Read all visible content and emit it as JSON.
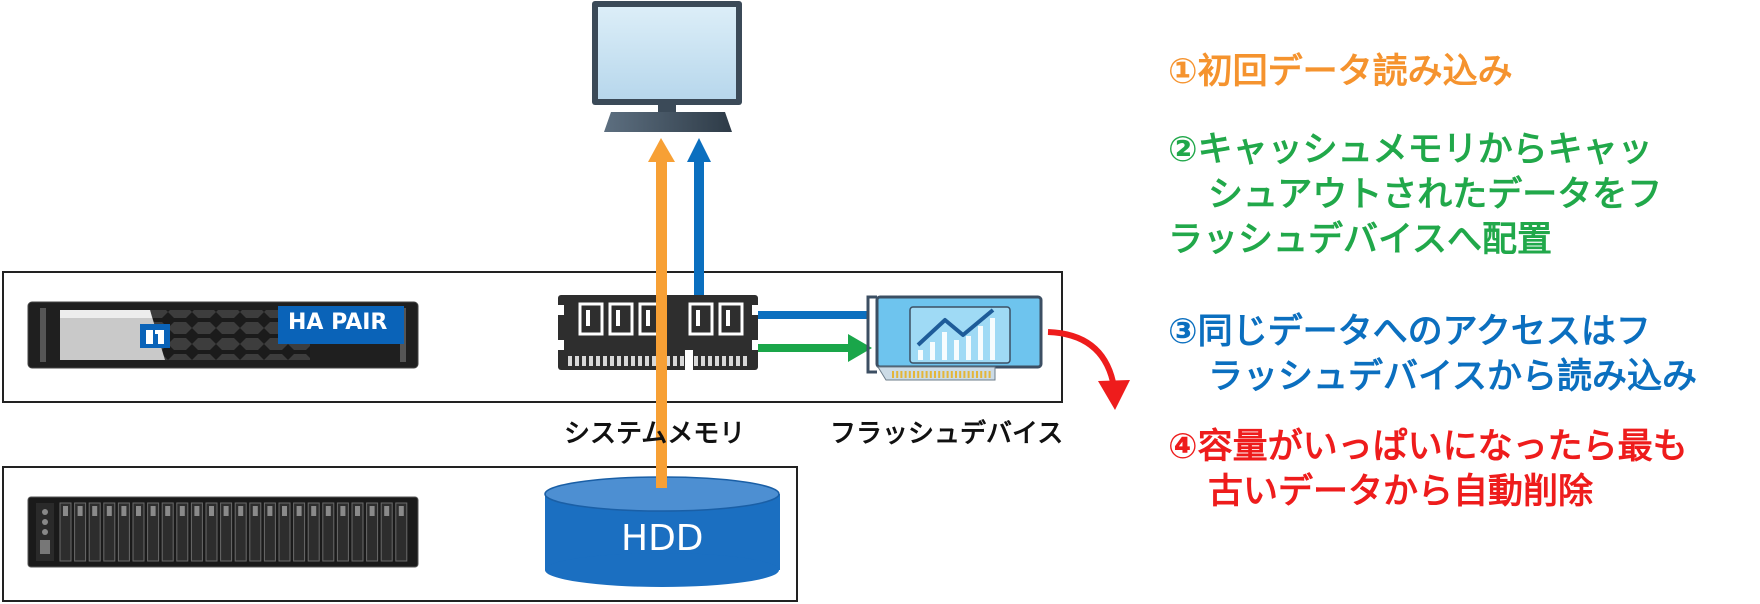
{
  "server": {
    "badge": "HA PAIR"
  },
  "hdd": {
    "label": "HDD"
  },
  "labels": {
    "system_memory": "システムメモリ",
    "flash_device": "フラッシュデバイス"
  },
  "steps": [
    {
      "lines": [
        "①初回データ読み込み"
      ],
      "color": "#f5932e"
    },
    {
      "lines": [
        "②キャッシュメモリからキャッ",
        "シュアウトされたデータをフ",
        "ラッシュデバイスへ配置"
      ],
      "color": "#21a84a"
    },
    {
      "lines": [
        "③同じデータへのアクセスはフ",
        "ラッシュデバイスから読み込み"
      ],
      "color": "#0b6fbf"
    },
    {
      "lines": [
        "④容量がいっぱいになったら最も",
        "古いデータから自動削除"
      ],
      "color": "#ee1c1c"
    }
  ],
  "colors": {
    "orange_arrow": "#f7a035",
    "blue_arrow": "#0b6fbf",
    "green_arrow": "#1aa64a",
    "red_arrow": "#ee1c1c",
    "hdd_blue": "#1b6fc1",
    "flash_card": "#6ec4ee"
  }
}
